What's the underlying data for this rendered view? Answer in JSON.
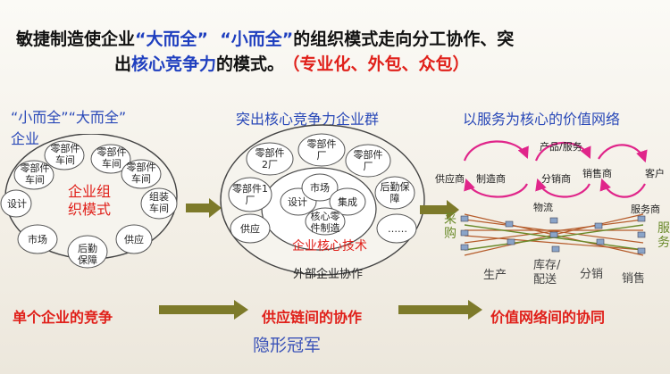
{
  "title": {
    "line1_a": "敏捷制造使企业",
    "line1_b": "“大而全”",
    "line1_c": "“小而全”",
    "line1_d": "的组织模式走向分工协作、突",
    "line2_a": "出",
    "line2_b": "核心竞争力",
    "line2_c": "的模式。",
    "line2_d": "（专业化、外包、众包）"
  },
  "left_panel": {
    "title_a": "“小而全”“大而全”",
    "title_b": "企业",
    "center": "企业组织模式",
    "nodes": [
      "零部件车间",
      "零部件车间",
      "零部件车间",
      "零部件车间",
      "组装车间",
      "设计",
      "市场",
      "后勤保障",
      "供应"
    ]
  },
  "middle_panel": {
    "title": "突出核心竞争力企业群",
    "outer_nodes": [
      "零部件2厂",
      "零部件厂",
      "零部件厂",
      "零部件1厂",
      "后勤保障",
      "供应",
      "……"
    ],
    "inner_nodes": [
      "市场",
      "设计",
      "集成",
      "核心零件制造"
    ],
    "core_label": "企业核心技术",
    "outer_label": "外部企业协作"
  },
  "right_panel": {
    "title": "以服务为核心的价值网络",
    "labels": [
      "产品/服务",
      "供应商",
      "制造商",
      "分销商",
      "销售商",
      "客户",
      "物流",
      "服务商"
    ],
    "side_left": "采购",
    "side_right": "服务",
    "bottom_labels": [
      "生产",
      "库存/配送",
      "分销",
      "销售"
    ]
  },
  "bottom_row": {
    "stage1": "单个企业的竞争",
    "stage2": "供应链间的协作",
    "stage3": "价值网络间的协同",
    "hidden": "隐形冠军"
  },
  "colors": {
    "red": "#e0201a",
    "blue": "#2a49b8",
    "olive": "#7d7a2a",
    "pink": "#e0258a"
  }
}
